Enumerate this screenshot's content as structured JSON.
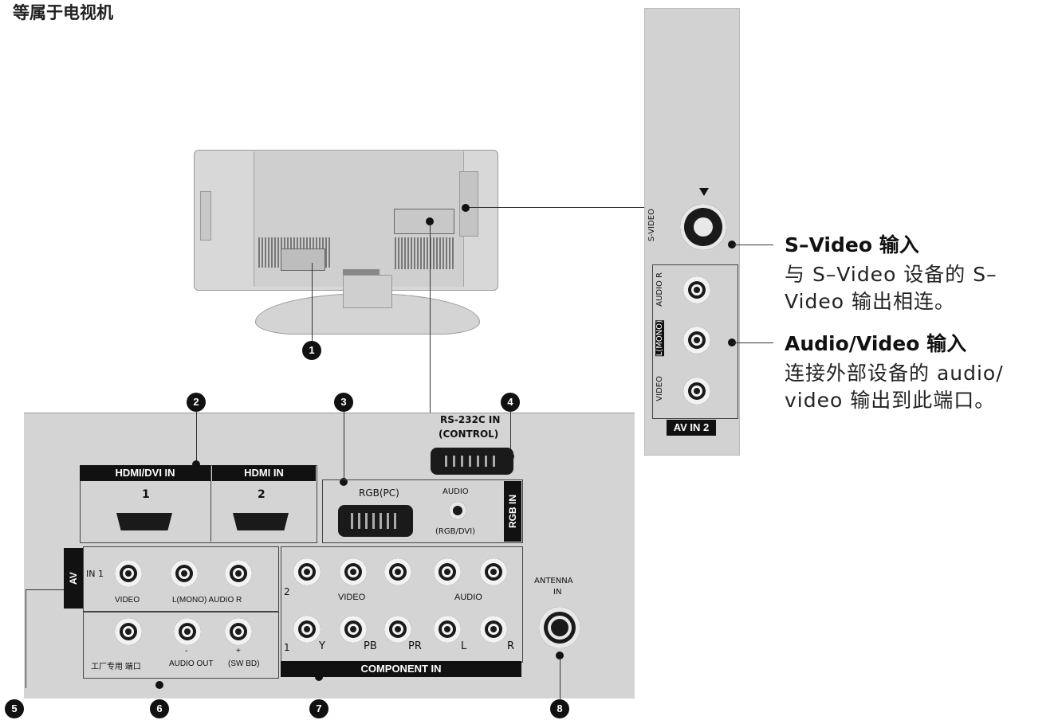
{
  "caption": "等属于电视机",
  "side_panel": {
    "svideo_label": "S-VIDEO",
    "audio_r_label": "AUDIO R",
    "audio_l_label": "L(MONO)",
    "video_label": "VIDEO",
    "avin2_label": "AV IN 2"
  },
  "rear_panel": {
    "hdmi_dvi_label": "HDMI/DVI IN",
    "hdmi_label": "HDMI IN",
    "hdmi1_num": "1",
    "hdmi2_num": "2",
    "rs232_label_line1": "RS-232C IN",
    "rs232_label_line2": "(CONTROL)",
    "rgb_pc_label": "RGB(PC)",
    "audio_label": "AUDIO",
    "rgb_dvi_label": "(RGB/DVI)",
    "rgb_in_label": "RGB IN",
    "av_label": "AV",
    "in1_label": "IN 1",
    "video_label": "VIDEO",
    "lmono_audior_label": "L(MONO) AUDIO R",
    "factory_port_label": "工厂专用 端口",
    "audio_out_label": "AUDIO OUT",
    "swbd_label": "(SW BD)",
    "minus_label": "-",
    "plus_label": "+",
    "row2_num": "2",
    "row1_num": "1",
    "comp_video_label": "VIDEO",
    "comp_audio_label": "AUDIO",
    "y_label": "Y",
    "pb_label": "PB",
    "pr_label": "PR",
    "l_label": "L",
    "r_label": "R",
    "component_in_label": "COMPONENT IN",
    "antenna_line1": "ANTENNA",
    "antenna_line2": "IN"
  },
  "callouts": [
    "1",
    "2",
    "3",
    "4",
    "5",
    "6",
    "7",
    "8"
  ],
  "annotations": {
    "svideo_title": "S–Video 输入",
    "svideo_body_line1": "与 S–Video 设备的 S–",
    "svideo_body_line2": "Video 输出相连。",
    "av_title": "Audio/Video 输入",
    "av_body_line1": "连接外部设备的 audio/",
    "av_body_line2": "video 输出到此端口。"
  }
}
